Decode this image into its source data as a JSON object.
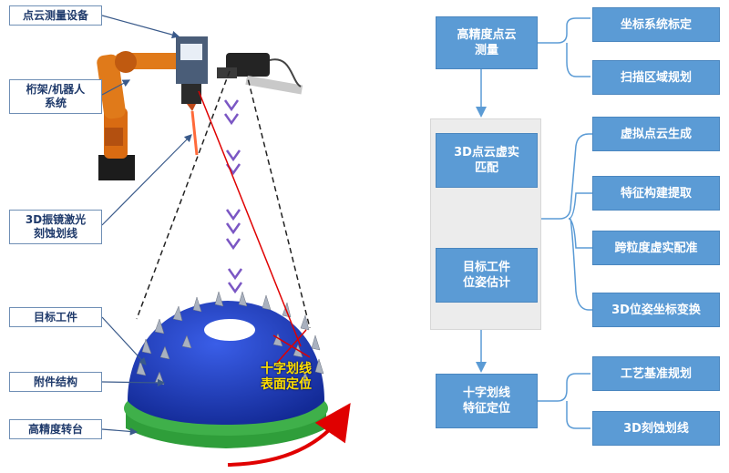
{
  "left_labels": {
    "point_cloud_device": "点云测量设备",
    "gantry_robot": "桁架/机器人\n系统",
    "laser_etching": "3D振镜激光\n刻蚀划线",
    "target_workpiece": "目标工件",
    "attachment_structure": "附件结构",
    "turntable": "高精度转台"
  },
  "overlay": {
    "cross_line_positioning": "十字划线\n表面定位"
  },
  "flow": {
    "measure": "高精度点云\n测量",
    "match": "3D点云虚实\n匹配",
    "pose": "目标工件\n位姿估计",
    "cross": "十字划线\n特征定位"
  },
  "branches": {
    "measure": [
      "坐标系统标定",
      "扫描区域规划"
    ],
    "match": [
      "虚拟点云生成",
      "特征构建提取",
      "跨粒度虚实配准",
      "3D位姿坐标变换"
    ],
    "cross": [
      "工艺基准规划",
      "3D刻蚀划线"
    ]
  },
  "colors": {
    "box_blue": "#5b9bd5",
    "dome_blue": "#1a39b8",
    "ring_green": "#2f9e3a",
    "laser_red": "#e00000",
    "scan_purple": "#7b57c4",
    "label_text": "#1f3a6b"
  }
}
